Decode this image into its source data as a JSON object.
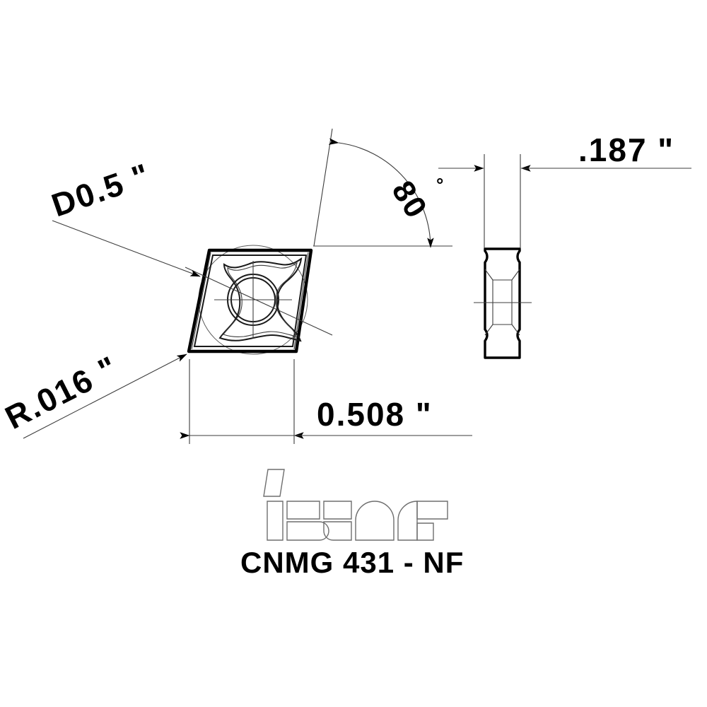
{
  "drawing": {
    "title": "CNMG 431-NF",
    "background_color": "#ffffff",
    "line_color": "#000000",
    "thin_line_color": "#3c3c3c",
    "logo_line_color": "#6e6e6e"
  },
  "part": {
    "code": "CNMG  431 - NF",
    "brand": "iscar",
    "brand_logo_name": "iscar-logo"
  },
  "dimensions": {
    "inscribed_circle": {
      "label": "D0.5",
      "unit": "\"",
      "full_text": "D0.5 \"",
      "name": "inscribed-circle-diameter",
      "rotation_deg": -19
    },
    "corner_radius": {
      "label": "R.016",
      "unit": "\"",
      "full_text": "R.016 \"",
      "name": "corner-radius",
      "rotation_deg": -27
    },
    "included_angle": {
      "label": "80",
      "unit": "°",
      "full_text": "80",
      "degree_symbol": "°",
      "name": "included-angle",
      "rotation_deg": 58
    },
    "length": {
      "label": "0.508",
      "unit": "\"",
      "full_text": "0.508 \"",
      "name": "cutting-edge-length"
    },
    "thickness": {
      "label": ".187",
      "unit": "\"",
      "full_text": ".187 \"",
      "name": "insert-thickness"
    }
  },
  "views": {
    "top_view": {
      "name": "top-view-rhombic-insert",
      "description": "80 degree rhombic insert with chipbreaker and center hole"
    },
    "side_view": {
      "name": "side-view-insert-thickness",
      "description": "side profile of insert showing thickness"
    }
  }
}
